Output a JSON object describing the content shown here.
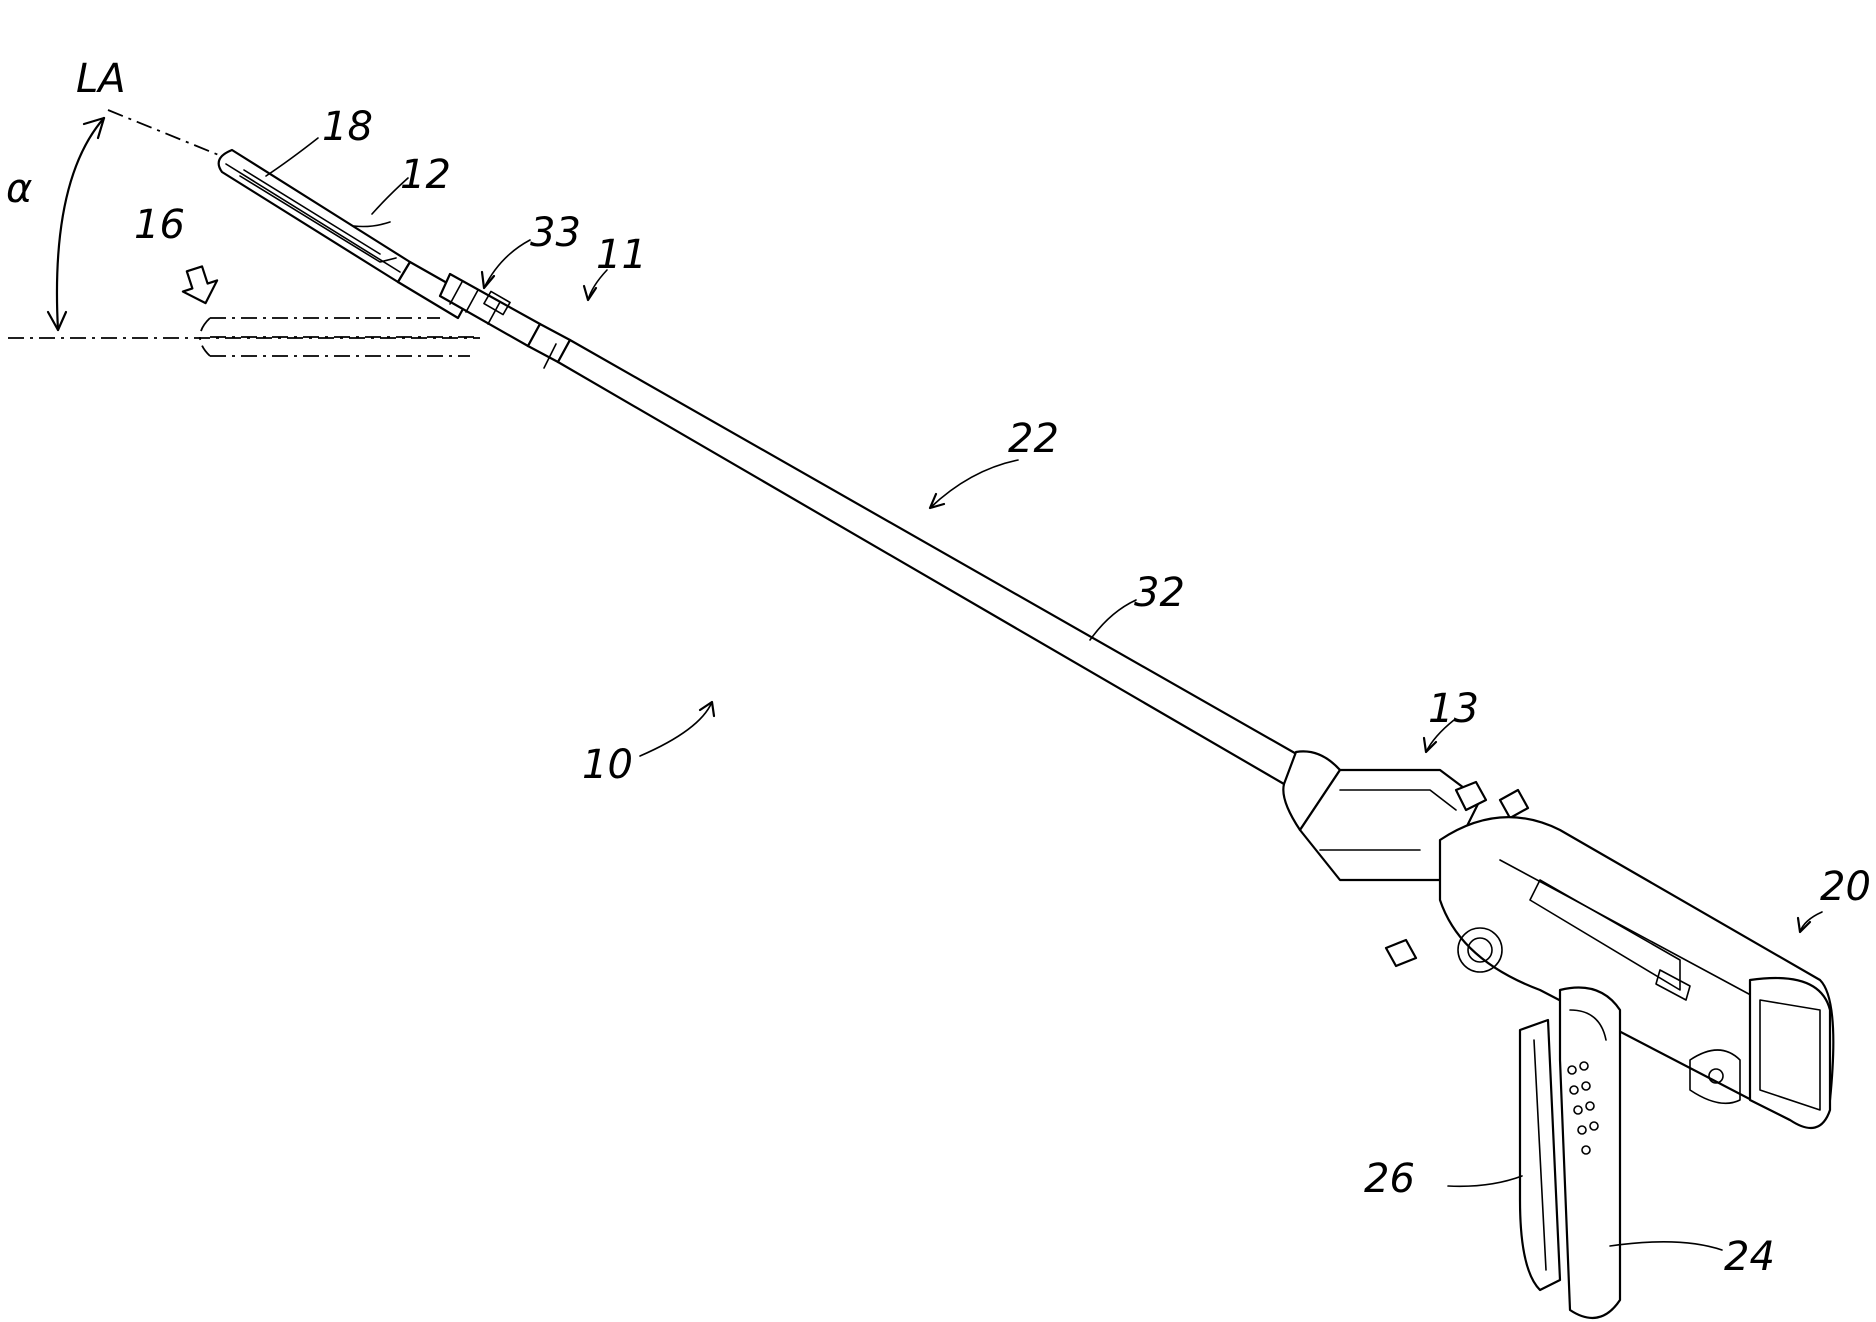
{
  "figure": {
    "labels": {
      "la": "LA",
      "alpha": "α",
      "n18": "18",
      "n12": "12",
      "n16": "16",
      "n33": "33",
      "n11": "11",
      "n22": "22",
      "n32": "32",
      "n10": "10",
      "n13": "13",
      "n20": "20",
      "n26": "26",
      "n24": "24"
    },
    "colors": {
      "ink": "#000000",
      "paper": "#ffffff"
    },
    "icons": [
      "articulation-arrow-icon"
    ]
  }
}
